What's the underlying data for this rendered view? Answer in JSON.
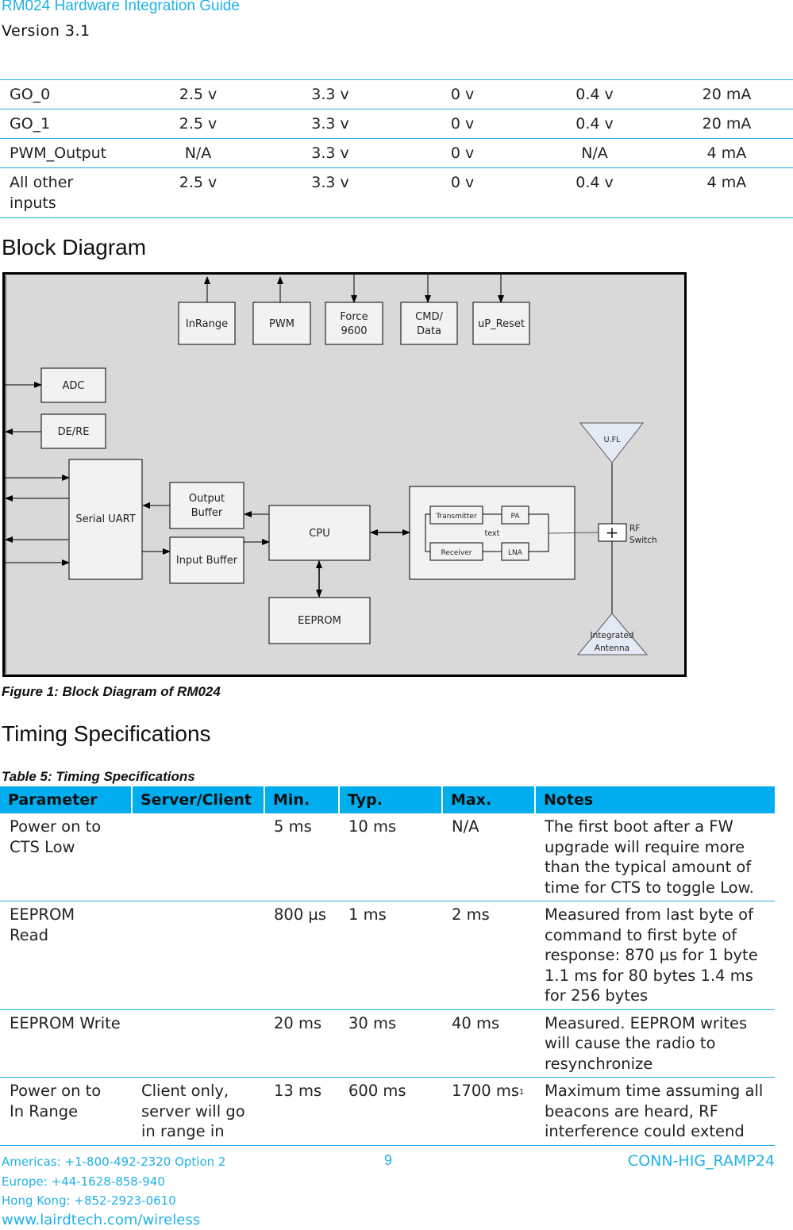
{
  "header": {
    "title": "RM024 Hardware Integration Guide",
    "version": "Version 3.1"
  },
  "io_table": {
    "rows": [
      [
        "GO_0",
        "2.5 v",
        "3.3 v",
        "0 v",
        "0.4 v",
        "20 mA"
      ],
      [
        "GO_1",
        "2.5 v",
        "3.3 v",
        "0 v",
        "0.4 v",
        "20 mA"
      ],
      [
        "PWM_Output",
        "N/A",
        "3.3 v",
        "0 v",
        "N/A",
        "4 mA"
      ],
      [
        "All other inputs",
        "2.5 v",
        "3.3 v",
        "0 v",
        "0.4 v",
        "4 mA"
      ]
    ]
  },
  "block_diagram": {
    "heading": "Block Diagram",
    "caption": "Figure 1: Block Diagram of RM024",
    "blocks": {
      "inrange": "InRange",
      "pwm": "PWM",
      "force_l1": "Force",
      "force_l2": "9600",
      "cmd_l1": "CMD/",
      "cmd_l2": "Data",
      "up_reset": "uP_Reset",
      "adc": "ADC",
      "dere": "DE/RE",
      "serial_uart": "Serial UART",
      "output_buffer_l1": "Output",
      "output_buffer_l2": "Buffer",
      "input_buffer": "Input Buffer",
      "cpu": "CPU",
      "eeprom": "EEPROM",
      "transmitter": "Transmitter",
      "pa": "PA",
      "receiver": "Receiver",
      "lna": "LNA",
      "radio_text": "text",
      "ufl": "U.FL",
      "rf_switch_l1": "RF",
      "rf_switch_l2": "Switch",
      "antenna_l1": "Integrated",
      "antenna_l2": "Antenna"
    }
  },
  "timing": {
    "heading": "Timing Specifications",
    "table_caption": "Table 5: Timing Specifications",
    "columns": [
      "Parameter",
      "Server/Client",
      "Min.",
      "Typ.",
      "Max.",
      "Notes"
    ],
    "rows": [
      {
        "parameter": "Power on to CTS Low",
        "server_client": "",
        "min": "5 ms",
        "typ": "10 ms",
        "max": "N/A",
        "max_sup": "",
        "notes": "The first boot after a FW upgrade will require more than the typical amount of time for CTS to toggle Low."
      },
      {
        "parameter": "EEPROM Read",
        "server_client": "",
        "min": "800 µs",
        "typ": "1 ms",
        "max": "2 ms",
        "max_sup": "",
        "notes": "Measured from last byte of command to first byte of response: 870 µs for 1 byte 1.1 ms for 80 bytes 1.4 ms for 256 bytes"
      },
      {
        "parameter": "EEPROM Write",
        "server_client": "",
        "min": "20 ms",
        "typ": "30 ms",
        "max": "40 ms",
        "max_sup": "",
        "notes": "Measured. EEPROM writes will cause the radio to resynchronize"
      },
      {
        "parameter": "Power on to In Range",
        "server_client": "Client only, server will go in range in",
        "min": "13 ms",
        "typ": "600 ms",
        "max": "1700 ms",
        "max_sup": "1",
        "notes": "Maximum time assuming all beacons are heard, RF interference could extend"
      }
    ]
  },
  "footer": {
    "americas": "Americas: +1-800-492-2320 Option 2",
    "europe": "Europe: +44-1628-858-940",
    "hongkong": "Hong Kong: +852-2923-0610",
    "website": "www.lairdtech.com/wireless",
    "page_number": "9",
    "doc_id": "CONN-HIG_RAMP24"
  }
}
